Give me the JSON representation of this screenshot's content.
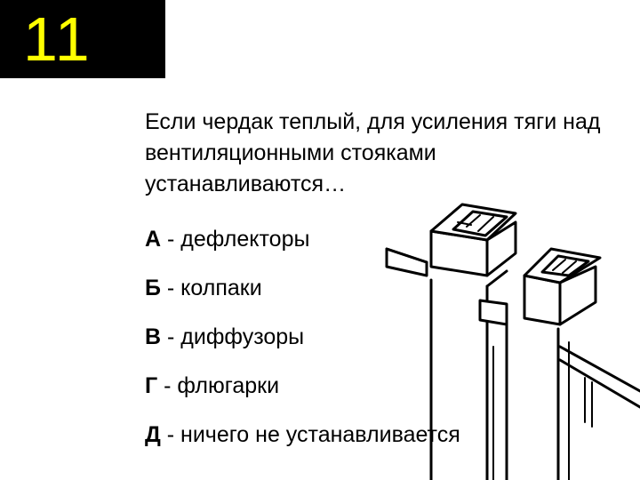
{
  "slide": {
    "number": "11",
    "question": "Если чердак теплый, для усиления тяги над вентиляционными стояками устанавливаются…",
    "answers": [
      {
        "letter": "А",
        "text": " - дефлекторы"
      },
      {
        "letter": "Б",
        "text": " - колпаки"
      },
      {
        "letter": "В",
        "text": " - диффузоры"
      },
      {
        "letter": "Г",
        "text": " - флюгарки"
      },
      {
        "letter": "Д",
        "text": " - ничего не устанавливается"
      }
    ]
  },
  "colors": {
    "number_bg": "#000000",
    "number_fg": "#ffff00",
    "text": "#000000"
  },
  "illustration": {
    "icon": "ventilation-stacks-with-caps-icon"
  }
}
